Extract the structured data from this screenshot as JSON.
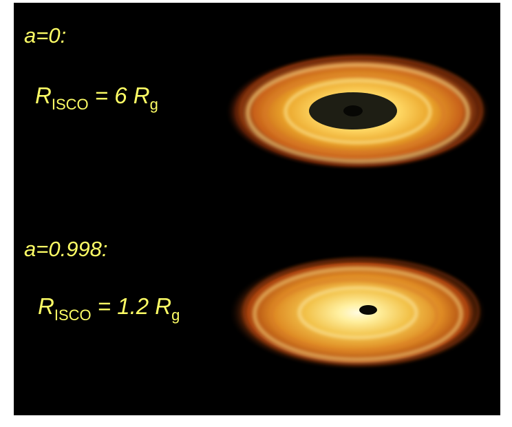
{
  "panels": [
    {
      "spin_label": "a=0:",
      "radius": {
        "symbol": "R",
        "subscript": "ISCO",
        "equals": " = 6 ",
        "unit_symbol": "R",
        "unit_subscript": "g"
      }
    },
    {
      "spin_label": "a=0.998:",
      "radius": {
        "symbol": "R",
        "subscript": "ISCO",
        "equals": " = 1.2 ",
        "unit_symbol": "R",
        "unit_subscript": "g"
      }
    }
  ],
  "colors": {
    "background": "#000000",
    "text": "#ffff66",
    "disk_outer": "#b84a0c",
    "disk_mid": "#e8961e",
    "disk_inner": "#ffe07a",
    "disk_core": "#fff6c8",
    "hole_large": "#1e1e14",
    "hole_small": "#0a0a06"
  }
}
